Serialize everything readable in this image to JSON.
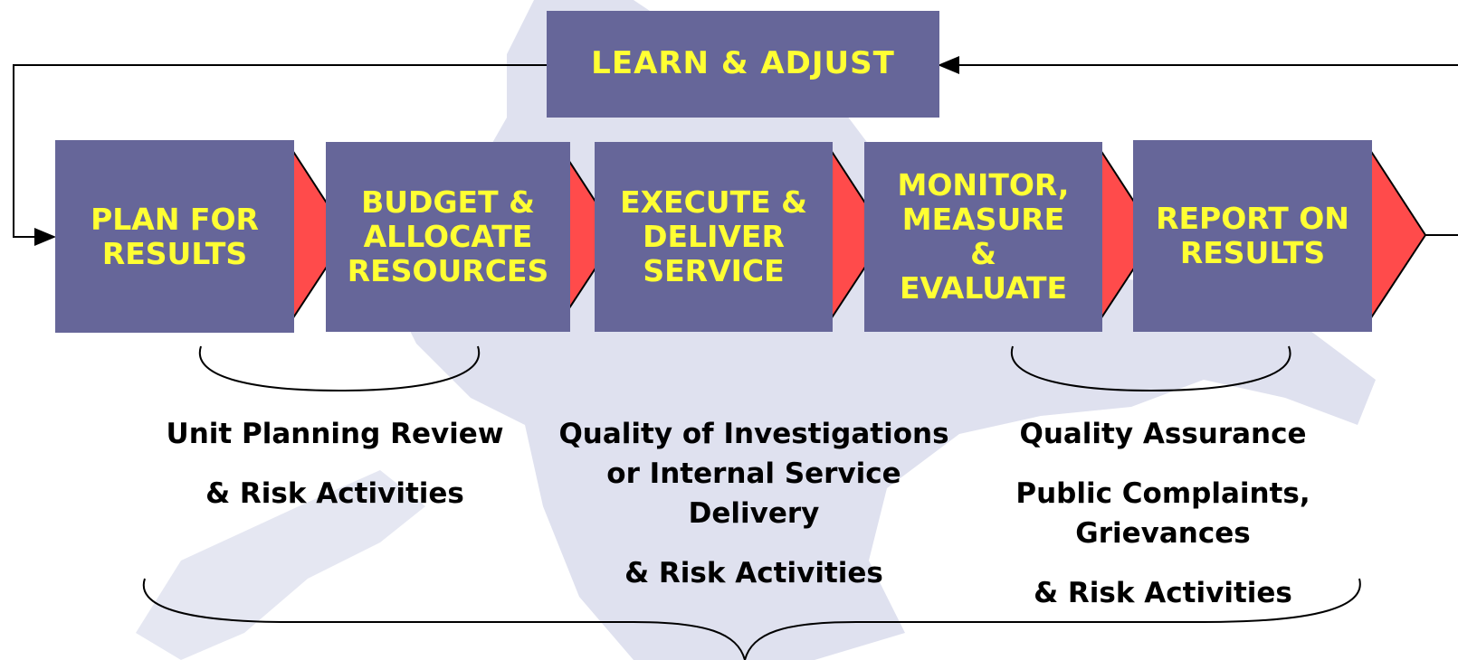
{
  "colors": {
    "box_fill": "#666699",
    "box_text": "#ffff33",
    "arrow_fill": "#ff4b4b",
    "watermark": "#dfe1ef"
  },
  "feedback": {
    "label": "LEARN & ADJUST"
  },
  "steps": [
    {
      "label": "PLAN FOR\nRESULTS"
    },
    {
      "label": "BUDGET &\nALLOCATE\nRESOURCES"
    },
    {
      "label": "EXECUTE &\nDELIVER\nSERVICE"
    },
    {
      "label": "MONITOR,\nMEASURE\n&\nEVALUATE"
    },
    {
      "label": "REPORT ON\nRESULTS"
    }
  ],
  "notes": {
    "left": {
      "line1": "Unit Planning Review",
      "line2": "& Risk Activities"
    },
    "middle": {
      "line1": "Quality of Investigations",
      "line2": "or Internal Service",
      "line3": "Delivery",
      "line4": "& Risk Activities"
    },
    "right": {
      "line1": "Quality Assurance",
      "line2": "Public Complaints,",
      "line3": "Grievances",
      "line4": "& Risk Activities"
    }
  }
}
